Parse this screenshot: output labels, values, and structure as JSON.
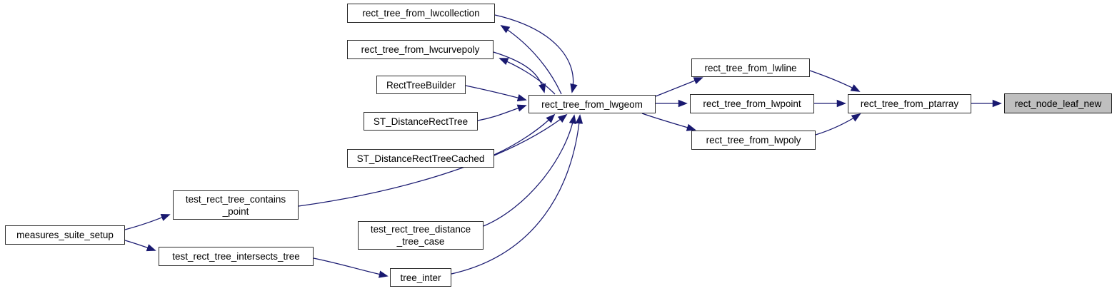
{
  "diagram": {
    "kind": "doxygen-call-graph",
    "colors": {
      "background": "#ffffff",
      "edge": "#191970",
      "node_fill": "#ffffff",
      "node_border": "#2b2b2b",
      "highlighted_node_fill": "#bfbfbf"
    },
    "nodes": [
      {
        "id": "rect_tree_from_lwcollection",
        "label": "rect_tree_from_lwcollection",
        "highlighted": false
      },
      {
        "id": "rect_tree_from_lwcurvepoly",
        "label": "rect_tree_from_lwcurvepoly",
        "highlighted": false
      },
      {
        "id": "RectTreeBuilder",
        "label": "RectTreeBuilder",
        "highlighted": false
      },
      {
        "id": "ST_DistanceRectTree",
        "label": "ST_DistanceRectTree",
        "highlighted": false
      },
      {
        "id": "ST_DistanceRectTreeCached",
        "label": "ST_DistanceRectTreeCached",
        "highlighted": false
      },
      {
        "id": "test_rect_tree_contains_point",
        "label": "test_rect_tree_contains\n_point",
        "highlighted": false
      },
      {
        "id": "measures_suite_setup",
        "label": "measures_suite_setup",
        "highlighted": false
      },
      {
        "id": "test_rect_tree_intersects_tree",
        "label": "test_rect_tree_intersects_tree",
        "highlighted": false
      },
      {
        "id": "test_rect_tree_distance_tree_case",
        "label": "test_rect_tree_distance\n_tree_case",
        "highlighted": false
      },
      {
        "id": "tree_inter",
        "label": "tree_inter",
        "highlighted": false
      },
      {
        "id": "rect_tree_from_lwgeom",
        "label": "rect_tree_from_lwgeom",
        "highlighted": false
      },
      {
        "id": "rect_tree_from_lwline",
        "label": "rect_tree_from_lwline",
        "highlighted": false
      },
      {
        "id": "rect_tree_from_lwpoint",
        "label": "rect_tree_from_lwpoint",
        "highlighted": false
      },
      {
        "id": "rect_tree_from_lwpoly",
        "label": "rect_tree_from_lwpoly",
        "highlighted": false
      },
      {
        "id": "rect_tree_from_ptarray",
        "label": "rect_tree_from_ptarray",
        "highlighted": false
      },
      {
        "id": "rect_node_leaf_new",
        "label": "rect_node_leaf_new",
        "highlighted": true
      }
    ],
    "edges": [
      {
        "from": "rect_tree_from_lwcollection",
        "to": "rect_tree_from_lwgeom"
      },
      {
        "from": "rect_tree_from_lwgeom",
        "to": "rect_tree_from_lwcollection"
      },
      {
        "from": "rect_tree_from_lwcurvepoly",
        "to": "rect_tree_from_lwgeom"
      },
      {
        "from": "rect_tree_from_lwgeom",
        "to": "rect_tree_from_lwcurvepoly"
      },
      {
        "from": "RectTreeBuilder",
        "to": "rect_tree_from_lwgeom"
      },
      {
        "from": "ST_DistanceRectTree",
        "to": "rect_tree_from_lwgeom"
      },
      {
        "from": "ST_DistanceRectTreeCached",
        "to": "rect_tree_from_lwgeom"
      },
      {
        "from": "test_rect_tree_contains_point",
        "to": "rect_tree_from_lwgeom"
      },
      {
        "from": "test_rect_tree_distance_tree_case",
        "to": "rect_tree_from_lwgeom"
      },
      {
        "from": "tree_inter",
        "to": "rect_tree_from_lwgeom"
      },
      {
        "from": "measures_suite_setup",
        "to": "test_rect_tree_contains_point"
      },
      {
        "from": "measures_suite_setup",
        "to": "test_rect_tree_intersects_tree"
      },
      {
        "from": "test_rect_tree_intersects_tree",
        "to": "tree_inter"
      },
      {
        "from": "rect_tree_from_lwgeom",
        "to": "rect_tree_from_lwline"
      },
      {
        "from": "rect_tree_from_lwgeom",
        "to": "rect_tree_from_lwpoint"
      },
      {
        "from": "rect_tree_from_lwgeom",
        "to": "rect_tree_from_lwpoly"
      },
      {
        "from": "rect_tree_from_lwline",
        "to": "rect_tree_from_ptarray"
      },
      {
        "from": "rect_tree_from_lwpoint",
        "to": "rect_tree_from_ptarray"
      },
      {
        "from": "rect_tree_from_lwpoly",
        "to": "rect_tree_from_ptarray"
      },
      {
        "from": "rect_tree_from_ptarray",
        "to": "rect_node_leaf_new"
      }
    ]
  }
}
